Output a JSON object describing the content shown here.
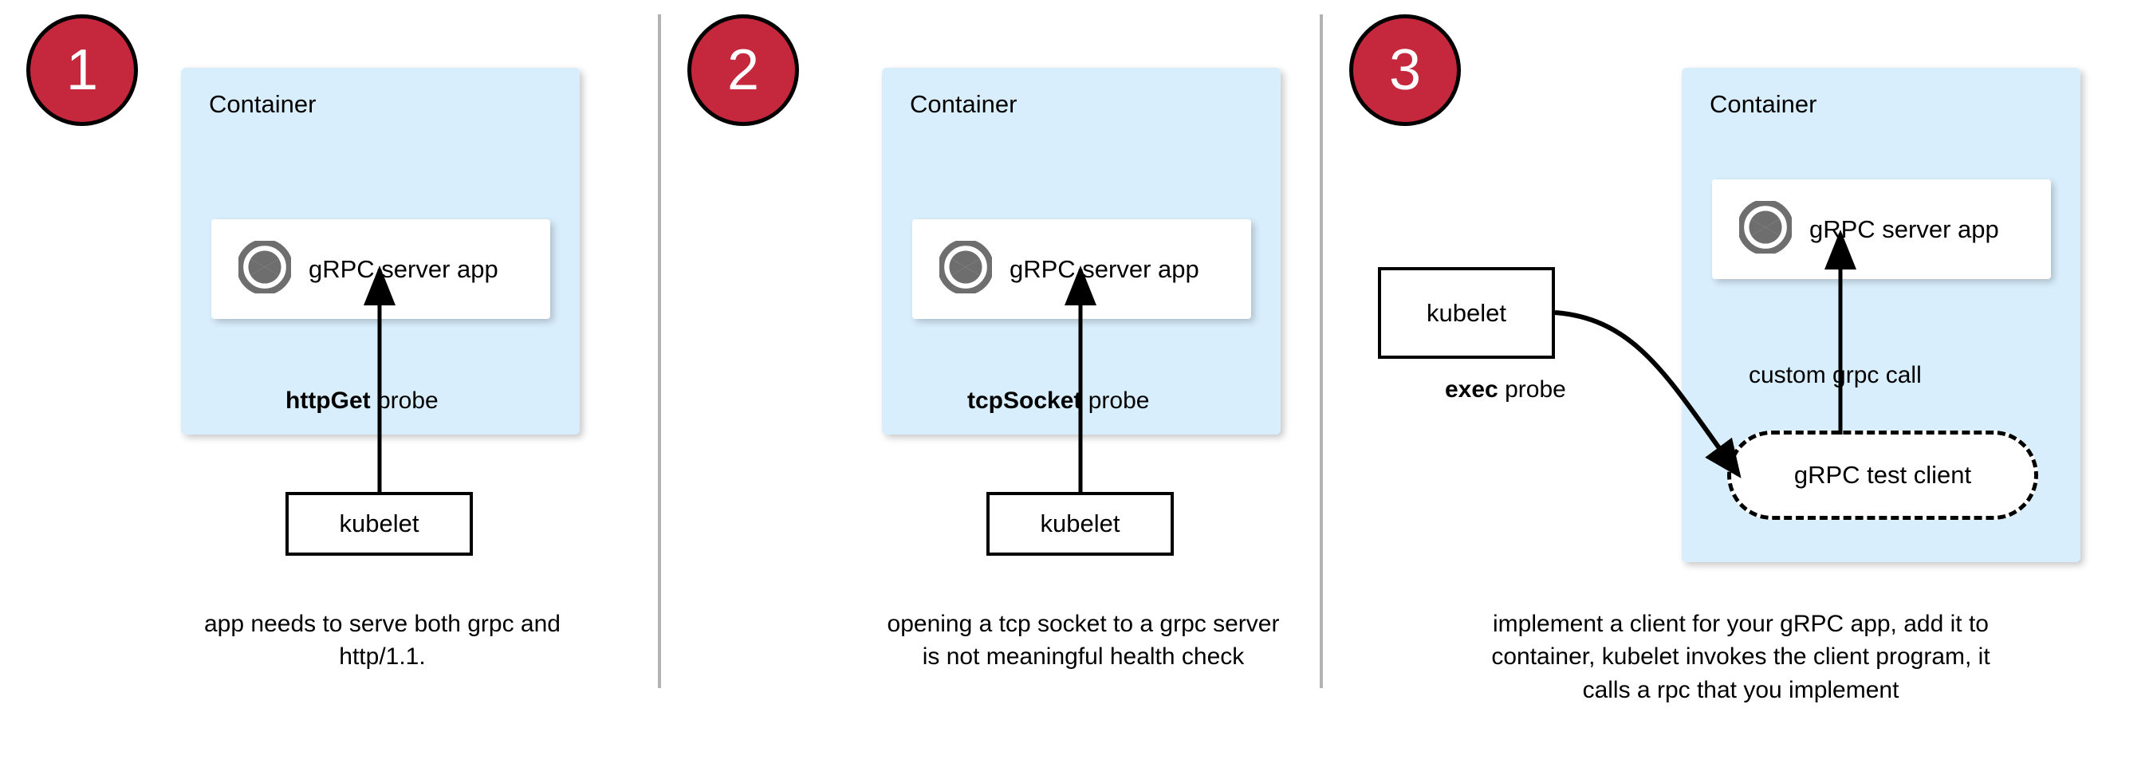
{
  "diagram": {
    "title": "gRPC health check probe approaches",
    "colors": {
      "badge_red": "#c5283d",
      "container_blue": "#d9eefc",
      "icon_gray": "#6e6e6e",
      "divider_gray": "#b3b3b3",
      "stroke_black": "#000000",
      "card_white": "#ffffff"
    },
    "panels": [
      {
        "step": "1",
        "container_label": "Container",
        "app_label": "gRPC server app",
        "app_icon": "grpc-aperture-icon",
        "edge_label_bold": "httpGet",
        "edge_label_rest": " probe",
        "kubelet_label": "kubelet",
        "caption": "app needs to serve both grpc and http/1.1."
      },
      {
        "step": "2",
        "container_label": "Container",
        "app_label": "gRPC server app",
        "app_icon": "grpc-aperture-icon",
        "edge_label_bold": "tcpSocket",
        "edge_label_rest": " probe",
        "kubelet_label": "kubelet",
        "caption": "opening a tcp socket to a grpc server is not meaningful health check"
      },
      {
        "step": "3",
        "container_label": "Container",
        "app_label": "gRPC server app",
        "app_icon": "grpc-aperture-icon",
        "edge_label_bold": "exec",
        "edge_label_rest": " probe",
        "inner_edge_label": "custom grpc call",
        "test_client_label": "gRPC test client",
        "kubelet_label": "kubelet",
        "caption": "implement a client for your gRPC app, add it to container, kubelet invokes the client program, it calls a rpc that you implement"
      }
    ]
  }
}
